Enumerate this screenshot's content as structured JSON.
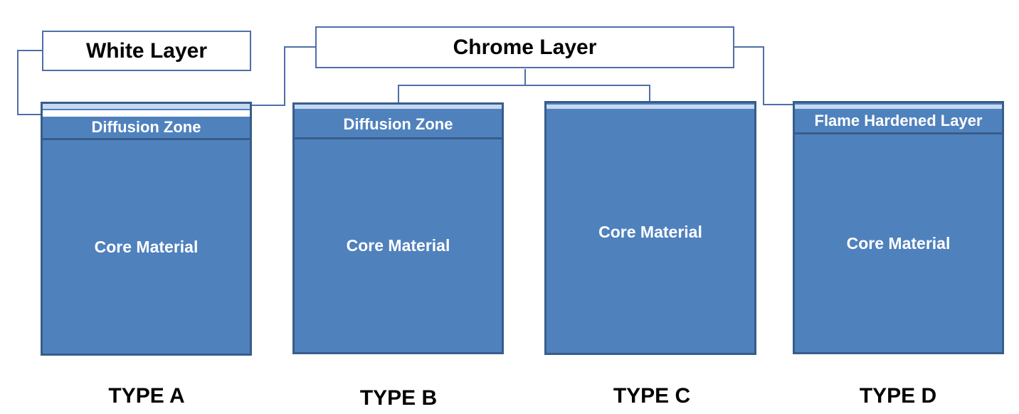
{
  "callouts": {
    "white_layer": "White Layer",
    "chrome_layer": "Chrome Layer"
  },
  "types": [
    {
      "label": "TYPE A",
      "zone": "Diffusion Zone",
      "core": "Core Material"
    },
    {
      "label": "TYPE B",
      "zone": "Diffusion Zone",
      "core": "Core Material"
    },
    {
      "label": "TYPE C",
      "core": "Core Material"
    },
    {
      "label": "TYPE D",
      "zone": "Flame Hardened Layer",
      "core": "Core Material"
    }
  ],
  "colors": {
    "block_fill": "#4f81bd",
    "block_border": "#385d8a",
    "chrome_stripe": "#c6d9f1",
    "connector": "#4f6fa8"
  }
}
